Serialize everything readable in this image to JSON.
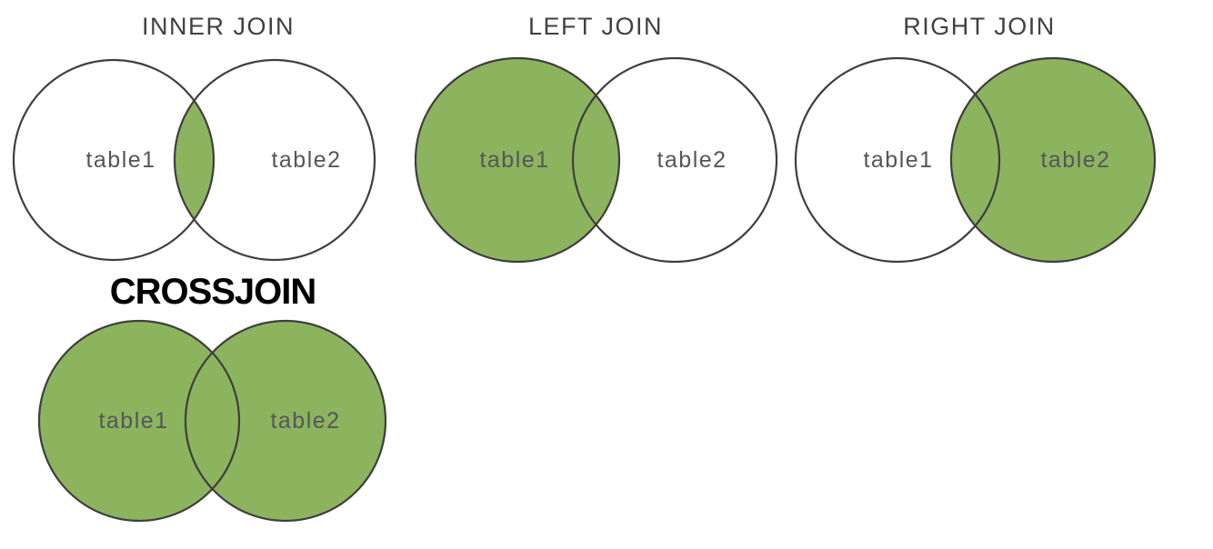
{
  "colors": {
    "green": "#8CB45F",
    "circle_stroke": "#3E3E3E",
    "title_text": "#414042",
    "label_text": "#55565A",
    "cross_title_text": "#000000"
  },
  "diagrams": [
    {
      "title": "INNER JOIN",
      "left_label": "table1",
      "right_label": "table2",
      "highlight": "intersection"
    },
    {
      "title": "LEFT JOIN",
      "left_label": "table1",
      "right_label": "table2",
      "highlight": "left-circle"
    },
    {
      "title": "RIGHT JOIN",
      "left_label": "table1",
      "right_label": "table2",
      "highlight": "right-circle"
    },
    {
      "title": "CROSSJOIN",
      "left_label": "table1",
      "right_label": "table2",
      "highlight": "both-circles"
    }
  ]
}
